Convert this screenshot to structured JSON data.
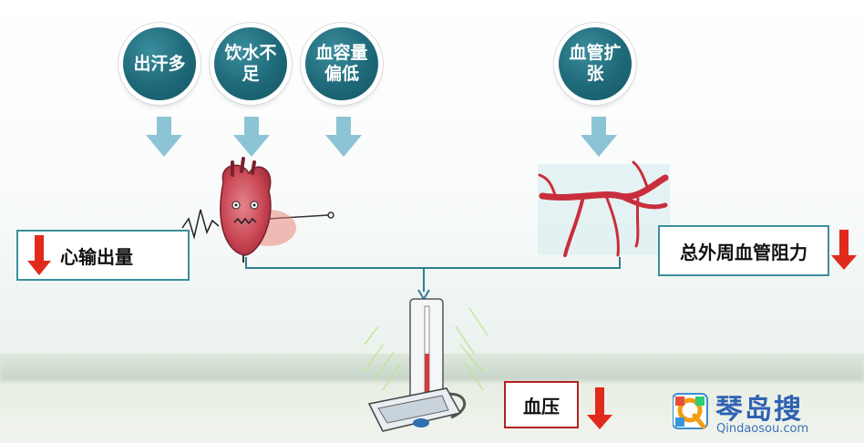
{
  "causes": [
    {
      "label": "出汗多"
    },
    {
      "label": "饮水不足"
    },
    {
      "label": "血容量偏低"
    },
    {
      "label": "血管扩张"
    }
  ],
  "effects": {
    "cardiac_output": "心输出量",
    "peripheral_resistance": "总外周血管阻力",
    "blood_pressure": "血压"
  },
  "logo": {
    "name": "琴岛搜",
    "url": "Qindaosou.com"
  },
  "colors": {
    "bubble": "#1e6878",
    "down_arrow": "#e02a1c",
    "light_arrow": "#8cc4d6",
    "box_border": "#3a8f9c",
    "result_border": "#b22222"
  }
}
